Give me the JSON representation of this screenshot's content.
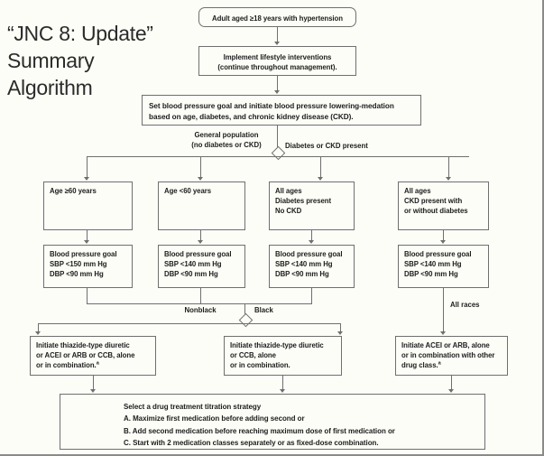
{
  "title": "“JNC 8: Update”\nSummary\nAlgorithm",
  "nodes": {
    "start": "Adult aged ≥18 years with hypertension",
    "lifestyle": "Implement lifestyle interventions\n(continue throughout management).",
    "setgoal": "Set blood pressure goal and initiate blood pressure lowering-medation\nbased on age, diabetes, and chronic kidney disease (CKD).",
    "pop1": "Age ≥60 years",
    "pop2": "Age <60 years",
    "pop3": "All ages\nDiabetes present\nNo CKD",
    "pop4": "All ages\nCKD present with\nor without diabetes",
    "goal1": "Blood pressure goal\nSBP <150 mm Hg\nDBP <90 mm Hg",
    "goal2": "Blood pressure goal\nSBP <140 mm Hg\nDBP <90 mm Hg",
    "goal3": "Blood pressure goal\nSBP <140 mm Hg\nDBP <90 mm Hg",
    "goal4": "Blood pressure goal\nSBP <140 mm Hg\nDBP <90 mm Hg",
    "treat1": "Initiate thiazide-type diuretic\nor ACEI or ARB or CCB, alone\nor in combination.",
    "treat2": "Initiate thiazide-type diuretic\nor CCB, alone\nor in combination.",
    "treat3": "Initiate ACEI or ARB, alone\nor in combination with other\ndrug class.",
    "footnote_marker": "a",
    "strategy": "Select a drug treatment titration strategy\nA. Maximize first medication before adding second or\nB. Add second medication before reaching maximum dose of first medication or\nC. Start with 2 medication classes separately or as fixed-dose combination."
  },
  "edge_labels": {
    "general_population": "General population\n(no diabetes or CKD)",
    "diabetes_ckd": "Diabetes or CKD present",
    "nonblack": "Nonblack",
    "black": "Black",
    "all_races": "All races"
  },
  "colors": {
    "line": "#6f6f6f",
    "text": "#1c1c1c",
    "title": "#2b2b2b",
    "background": "#fdfdf7"
  }
}
